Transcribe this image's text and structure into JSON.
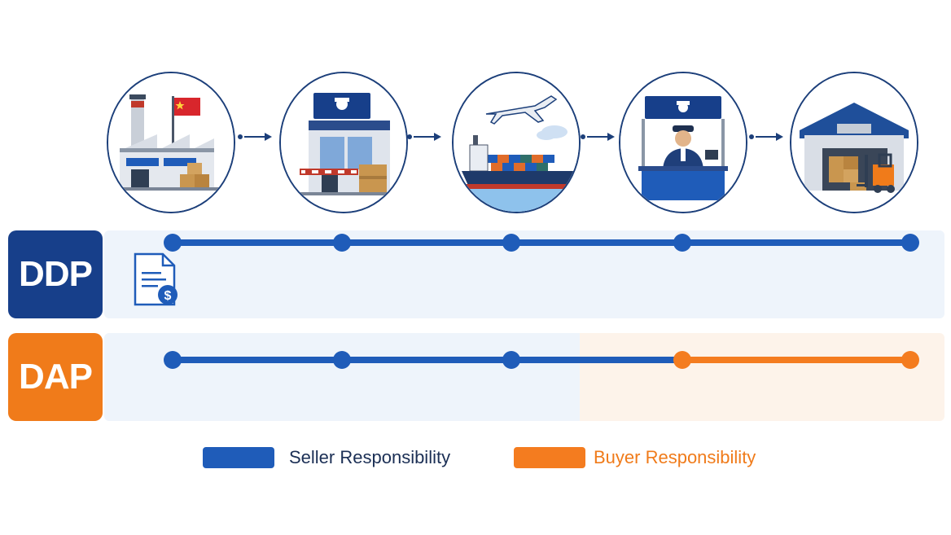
{
  "stages": [
    {
      "name": "factory",
      "icon": "factory-icon"
    },
    {
      "name": "export-customs",
      "icon": "customs-office-icon"
    },
    {
      "name": "international-transport",
      "icon": "ship-plane-icon"
    },
    {
      "name": "import-customs",
      "icon": "customs-officer-icon"
    },
    {
      "name": "warehouse",
      "icon": "warehouse-icon"
    }
  ],
  "rows": [
    {
      "label": "DDP",
      "label_color": "#173f8a",
      "lane_color": "#eef4fb",
      "segments": [
        "seller",
        "seller",
        "seller",
        "seller"
      ],
      "document_icon": "invoice-dollar-icon"
    },
    {
      "label": "DAP",
      "label_color": "#f07b1a",
      "lane_color": "#eef4fb",
      "buyer_lane_color": "#fdf3ea",
      "segments": [
        "seller",
        "seller",
        "seller",
        "buyer"
      ]
    }
  ],
  "colors": {
    "seller": "#1f5cb9",
    "buyer": "#f47c1f",
    "navy": "#1c3f7a"
  },
  "legend": [
    {
      "label": "Seller Responsibility",
      "color": "#1f5cb9",
      "text_color": "#1b2f55"
    },
    {
      "label": "Buyer Responsibility",
      "color": "#f47c1f",
      "text_color": "#f07b1a"
    }
  ]
}
